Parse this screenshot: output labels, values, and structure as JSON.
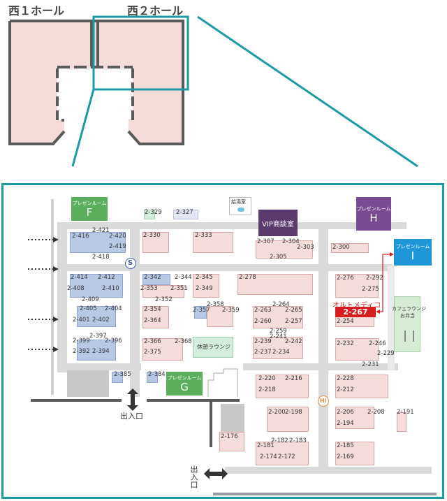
{
  "overview": {
    "hall_west1": "西１ホール",
    "hall_west2": "西２ホール"
  },
  "colors": {
    "teal": "#1b9aa6",
    "booth": "#f4dcda",
    "booth_blue": "#b8c9e6",
    "room_f": "#5aae5c",
    "room_g": "#5aae5c",
    "room_h": "#7a4a93",
    "room_i": "#1e96d8",
    "vip": "#5b3b6e",
    "highlight": "#d61e1e"
  },
  "rooms": {
    "f": {
      "sub": "プレゼンルーム",
      "letter": "F"
    },
    "g": {
      "sub": "プレゼンルーム",
      "letter": "G"
    },
    "h": {
      "sub": "プレゼンルーム",
      "letter": "H"
    },
    "i": {
      "sub": "プレゼンルーム",
      "letter": "I"
    },
    "vip": "VIP商談室",
    "kyutou": "給湯室",
    "lounge": "休憩ラウンジ",
    "cafe_line1": "カフェラウンジ",
    "cafe_line2": "お弁当"
  },
  "highlight": {
    "company": "オルトメディコ",
    "booth": "2-267"
  },
  "entrances": {
    "bottom_left": "出入口",
    "bottom_right": "出入口"
  },
  "markers": {
    "s": "S",
    "hi": "Hi"
  },
  "booth_labels": [
    "2-329",
    "2-327",
    "2-330",
    "2-333",
    "2-307",
    "2-304",
    "2-303",
    "2-305",
    "2-300",
    "2-416",
    "2-421",
    "2-420",
    "2-419",
    "2-418",
    "2-414",
    "2-412",
    "2-408",
    "2-410",
    "2-409",
    "2-405",
    "2-404",
    "2-401",
    "2-402",
    "2-397",
    "2-399",
    "2-396",
    "2-392",
    "2-394",
    "2-385",
    "2-384",
    "2-342",
    "2-344",
    "2-353",
    "2-351",
    "2-352",
    "2-345",
    "2-349",
    "2-278",
    "2-354",
    "2-364",
    "2-358",
    "2-357",
    "2-359",
    "2-366",
    "2-368",
    "2-375",
    "2-264",
    "2-263",
    "2-265",
    "2-260",
    "2-257",
    "2-259",
    "2-241",
    "2-239",
    "2-242",
    "2-237",
    "2-234",
    "2-276",
    "2-292",
    "2-275",
    "2-254",
    "2-232",
    "2-246",
    "2-229",
    "2-231",
    "2-220",
    "2-216",
    "2-218",
    "2-228",
    "2-212",
    "2-200",
    "2-198",
    "2-206",
    "2-208",
    "2-194",
    "2-191",
    "2-176",
    "2-182",
    "2-183",
    "2-181",
    "2-174",
    "2-172",
    "2-185",
    "2-169"
  ]
}
